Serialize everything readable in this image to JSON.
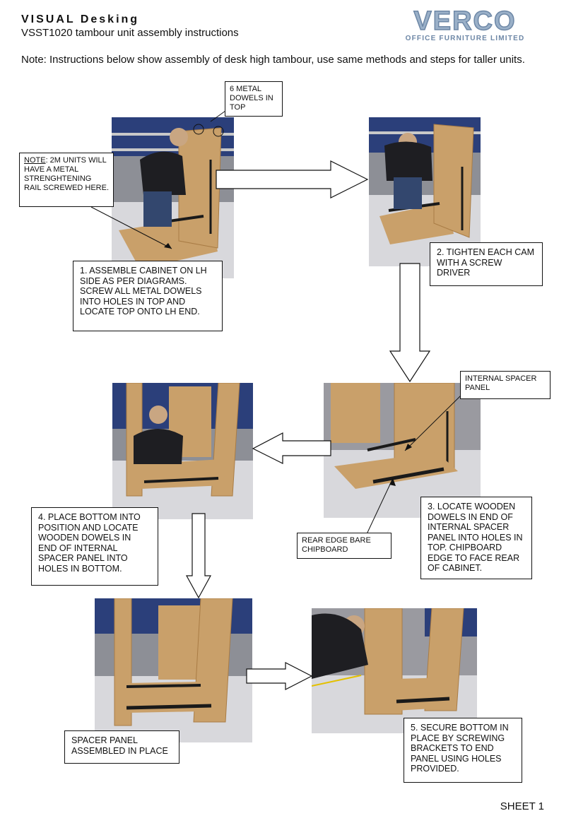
{
  "header": {
    "title": "VISUAL Desking",
    "subtitle": "VSST1020 tambour unit assembly instructions",
    "note": "Note: Instructions below show assembly of desk high tambour, use same methods and steps for taller units.",
    "logo_text": "VERCO",
    "logo_subtext": "OFFICE FURNITURE LIMITED"
  },
  "callouts": {
    "metal_dowels": "6 METAL DOWELS IN TOP",
    "note_2m_label": "NOTE",
    "note_2m_text": ": 2M UNITS WILL HAVE A METAL STRENGHTENING RAIL SCREWED HERE.",
    "step1": "1. ASSEMBLE CABINET ON LH SIDE AS PER DIAGRAMS. SCREW ALL METAL DOWELS INTO HOLES IN TOP AND LOCATE TOP ONTO LH END.",
    "step2": "2. TIGHTEN EACH CAM WITH A SCREW DRIVER",
    "internal_spacer": "INTERNAL SPACER PANEL",
    "step3": "3. LOCATE WOODEN DOWELS IN END OF INTERNAL SPACER PANEL INTO HOLES IN TOP. CHIPBOARD EDGE TO FACE REAR OF CABINET.",
    "rear_edge": "REAR EDGE BARE CHIPBOARD",
    "step4": "4. PLACE BOTTOM INTO POSITION AND LOCATE WOODEN DOWELS IN END OF INTERNAL SPACER PANEL INTO HOLES IN BOTTOM.",
    "spacer_assembled": "SPACER PANEL ASSEMBLED IN PLACE",
    "step5": "5. SECURE BOTTOM IN PLACE BY SCREWING BRACKETS TO END PANEL USING  HOLES PROVIDED."
  },
  "footer": {
    "sheet": "SHEET 1"
  },
  "colors": {
    "wood": "#c9a06a",
    "wood_dark": "#a97c45",
    "floor": "#d8d8dc",
    "shelving": "#2b3f7a",
    "rail": "#1a1a1a"
  }
}
